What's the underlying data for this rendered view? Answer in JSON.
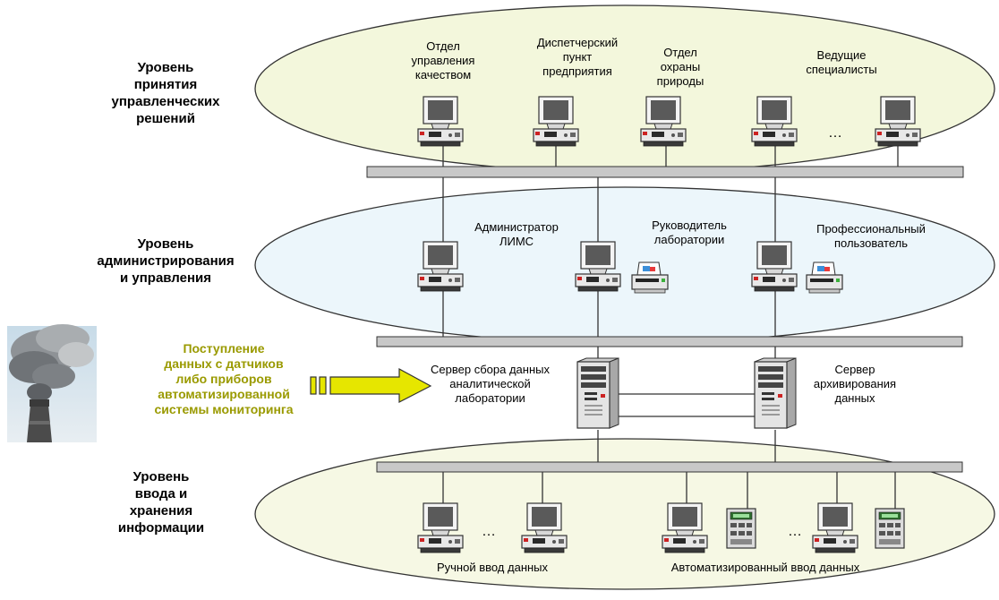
{
  "colors": {
    "ellipse_top": "#f3f7dc",
    "ellipse_mid": "#ecf6fb",
    "ellipse_bottom": "#f6f8e4",
    "bus": "#c8c8c8",
    "arrow_fill": "#e6e600",
    "feed_text": "#9a9a00"
  },
  "levels": {
    "decision": "Уровень\nпринятия\nуправленческих\nрешений",
    "admin": "Уровень\nадминистрирования\nи управления",
    "input": "Уровень\nввода и\nхранения\nинформации"
  },
  "top_nodes": {
    "quality": "Отдел\nуправления\nкачеством",
    "dispatch": "Диспетчерский\nпункт\nпредприятия",
    "nature": "Отдел\nохраны\nприроды",
    "experts": "Ведущие\nспециалисты"
  },
  "mid_nodes": {
    "lims_admin": "Администратор\nЛИМС",
    "lab_head": "Руководитель\nлаборатории",
    "pro_user": "Профессиональный\nпользователь"
  },
  "servers": {
    "collect": "Сервер сбора данных\nаналитической\nлаборатории",
    "archive": "Сервер\nархивирования\nданных"
  },
  "feed_text": "Поступление\nданных с датчиков\nлибо приборов\nавтоматизированной\nсистемы мониторинга",
  "bottom_labels": {
    "manual": "Ручной ввод данных",
    "auto": "Автоматизированный ввод данных"
  },
  "ellipsis": "…"
}
